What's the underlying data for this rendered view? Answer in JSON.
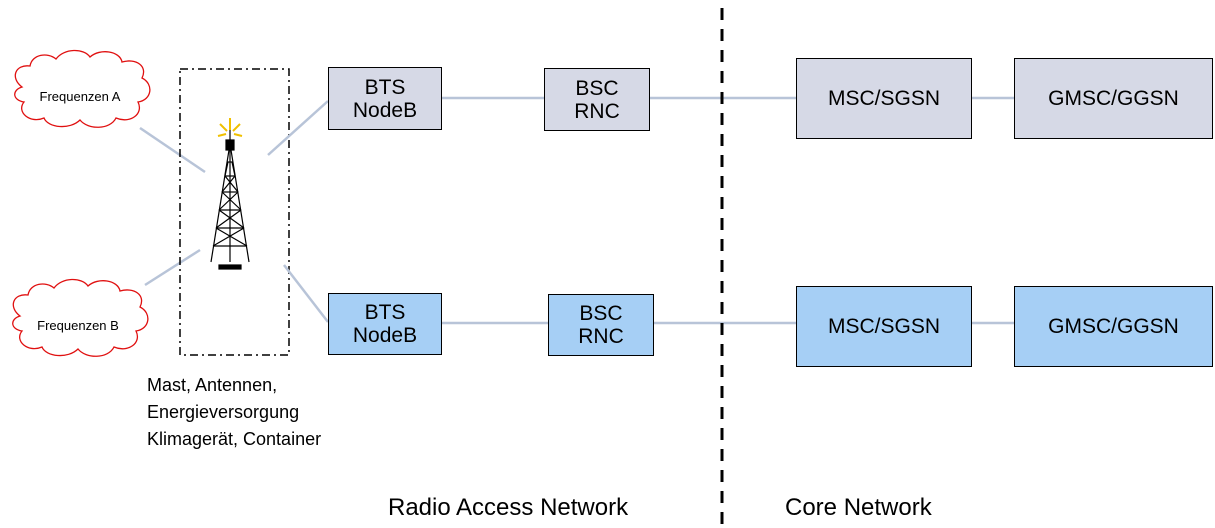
{
  "clouds": {
    "top": {
      "label": "Frequenzen A"
    },
    "bottom": {
      "label": "Frequenzen B"
    }
  },
  "site": {
    "lines": [
      "Mast, Antennen,",
      "Energieversorgung",
      "Klimagerät, Container"
    ]
  },
  "rows": [
    {
      "style": "grey",
      "bts": [
        "BTS",
        "NodeB"
      ],
      "bsc": [
        "BSC",
        "RNC"
      ],
      "msc": "MSC/SGSN",
      "gmsc": "GMSC/GGSN"
    },
    {
      "style": "blue",
      "bts": [
        "BTS",
        "NodeB"
      ],
      "bsc": [
        "BSC",
        "RNC"
      ],
      "msc": "MSC/SGSN",
      "gmsc": "GMSC/GGSN"
    }
  ],
  "regions": {
    "left": "Radio Access Network",
    "right": "Core Network"
  },
  "colors": {
    "grey_box": "#d6d9e6",
    "blue_box": "#a6cff5",
    "connector": "#b8c4d8",
    "cloud_outline": "#e01010",
    "spark": "#f0c000"
  }
}
